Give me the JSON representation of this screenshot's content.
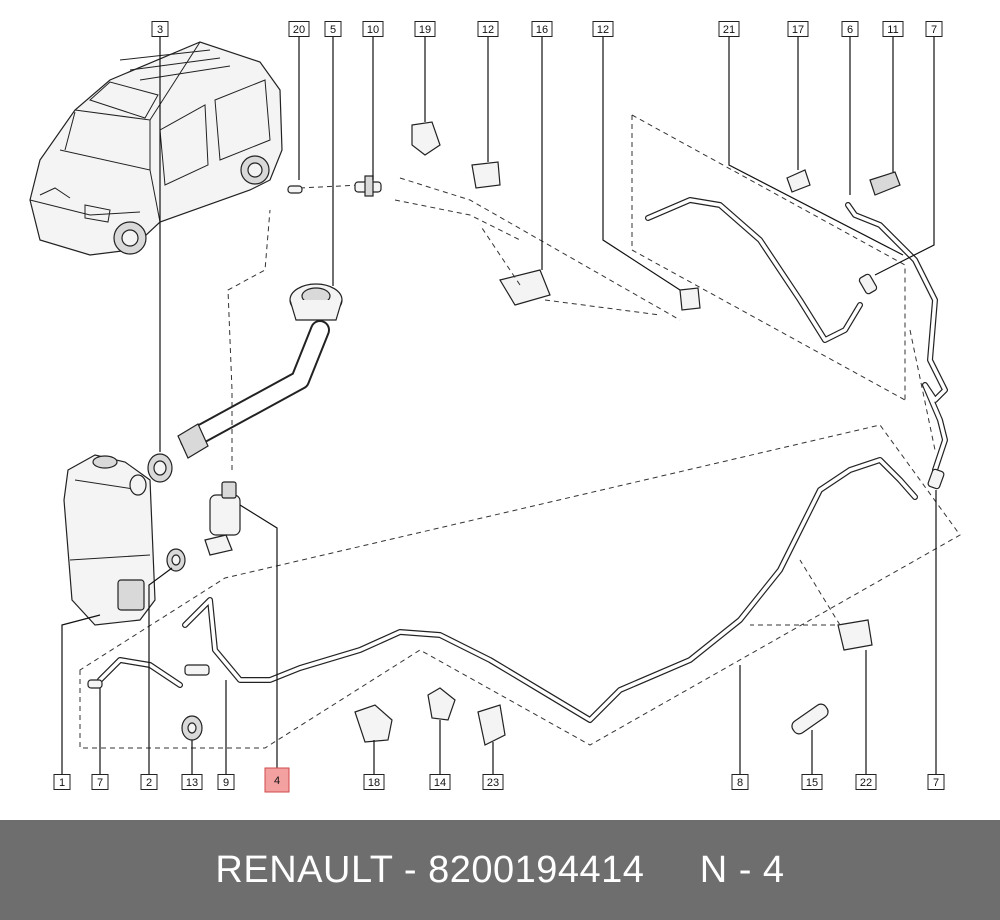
{
  "diagram": {
    "callouts": [
      {
        "id": "c3a",
        "text": "3",
        "highlight": false
      },
      {
        "id": "c20",
        "text": "20",
        "highlight": false
      },
      {
        "id": "c5",
        "text": "5",
        "highlight": false
      },
      {
        "id": "c10",
        "text": "10",
        "highlight": false
      },
      {
        "id": "c19",
        "text": "19",
        "highlight": false
      },
      {
        "id": "c12a",
        "text": "12",
        "highlight": false
      },
      {
        "id": "c16",
        "text": "16",
        "highlight": false
      },
      {
        "id": "c12b",
        "text": "12",
        "highlight": false
      },
      {
        "id": "c21",
        "text": "21",
        "highlight": false
      },
      {
        "id": "c17",
        "text": "17",
        "highlight": false
      },
      {
        "id": "c6",
        "text": "6",
        "highlight": false
      },
      {
        "id": "c11",
        "text": "11",
        "highlight": false
      },
      {
        "id": "c7a",
        "text": "7",
        "highlight": false
      },
      {
        "id": "c1",
        "text": "1",
        "highlight": false
      },
      {
        "id": "c7b",
        "text": "7",
        "highlight": false
      },
      {
        "id": "c2",
        "text": "2",
        "highlight": false
      },
      {
        "id": "c13",
        "text": "13",
        "highlight": false
      },
      {
        "id": "c9",
        "text": "9",
        "highlight": false
      },
      {
        "id": "c4",
        "text": "4",
        "highlight": true
      },
      {
        "id": "c18",
        "text": "18",
        "highlight": false
      },
      {
        "id": "c14",
        "text": "14",
        "highlight": false
      },
      {
        "id": "c23",
        "text": "23",
        "highlight": false
      },
      {
        "id": "c8",
        "text": "8",
        "highlight": false
      },
      {
        "id": "c15",
        "text": "15",
        "highlight": false
      },
      {
        "id": "c22",
        "text": "22",
        "highlight": false
      },
      {
        "id": "c7c",
        "text": "7",
        "highlight": false
      }
    ]
  },
  "footer": {
    "brand": "RENAULT",
    "separator": " - ",
    "part_number": "8200194414",
    "gap": "     ",
    "ref": "N - 4"
  },
  "colors": {
    "footer_bg": "#6e6e6e",
    "highlight_fill": "#f2a0a0",
    "highlight_stroke": "#d04a4a"
  }
}
